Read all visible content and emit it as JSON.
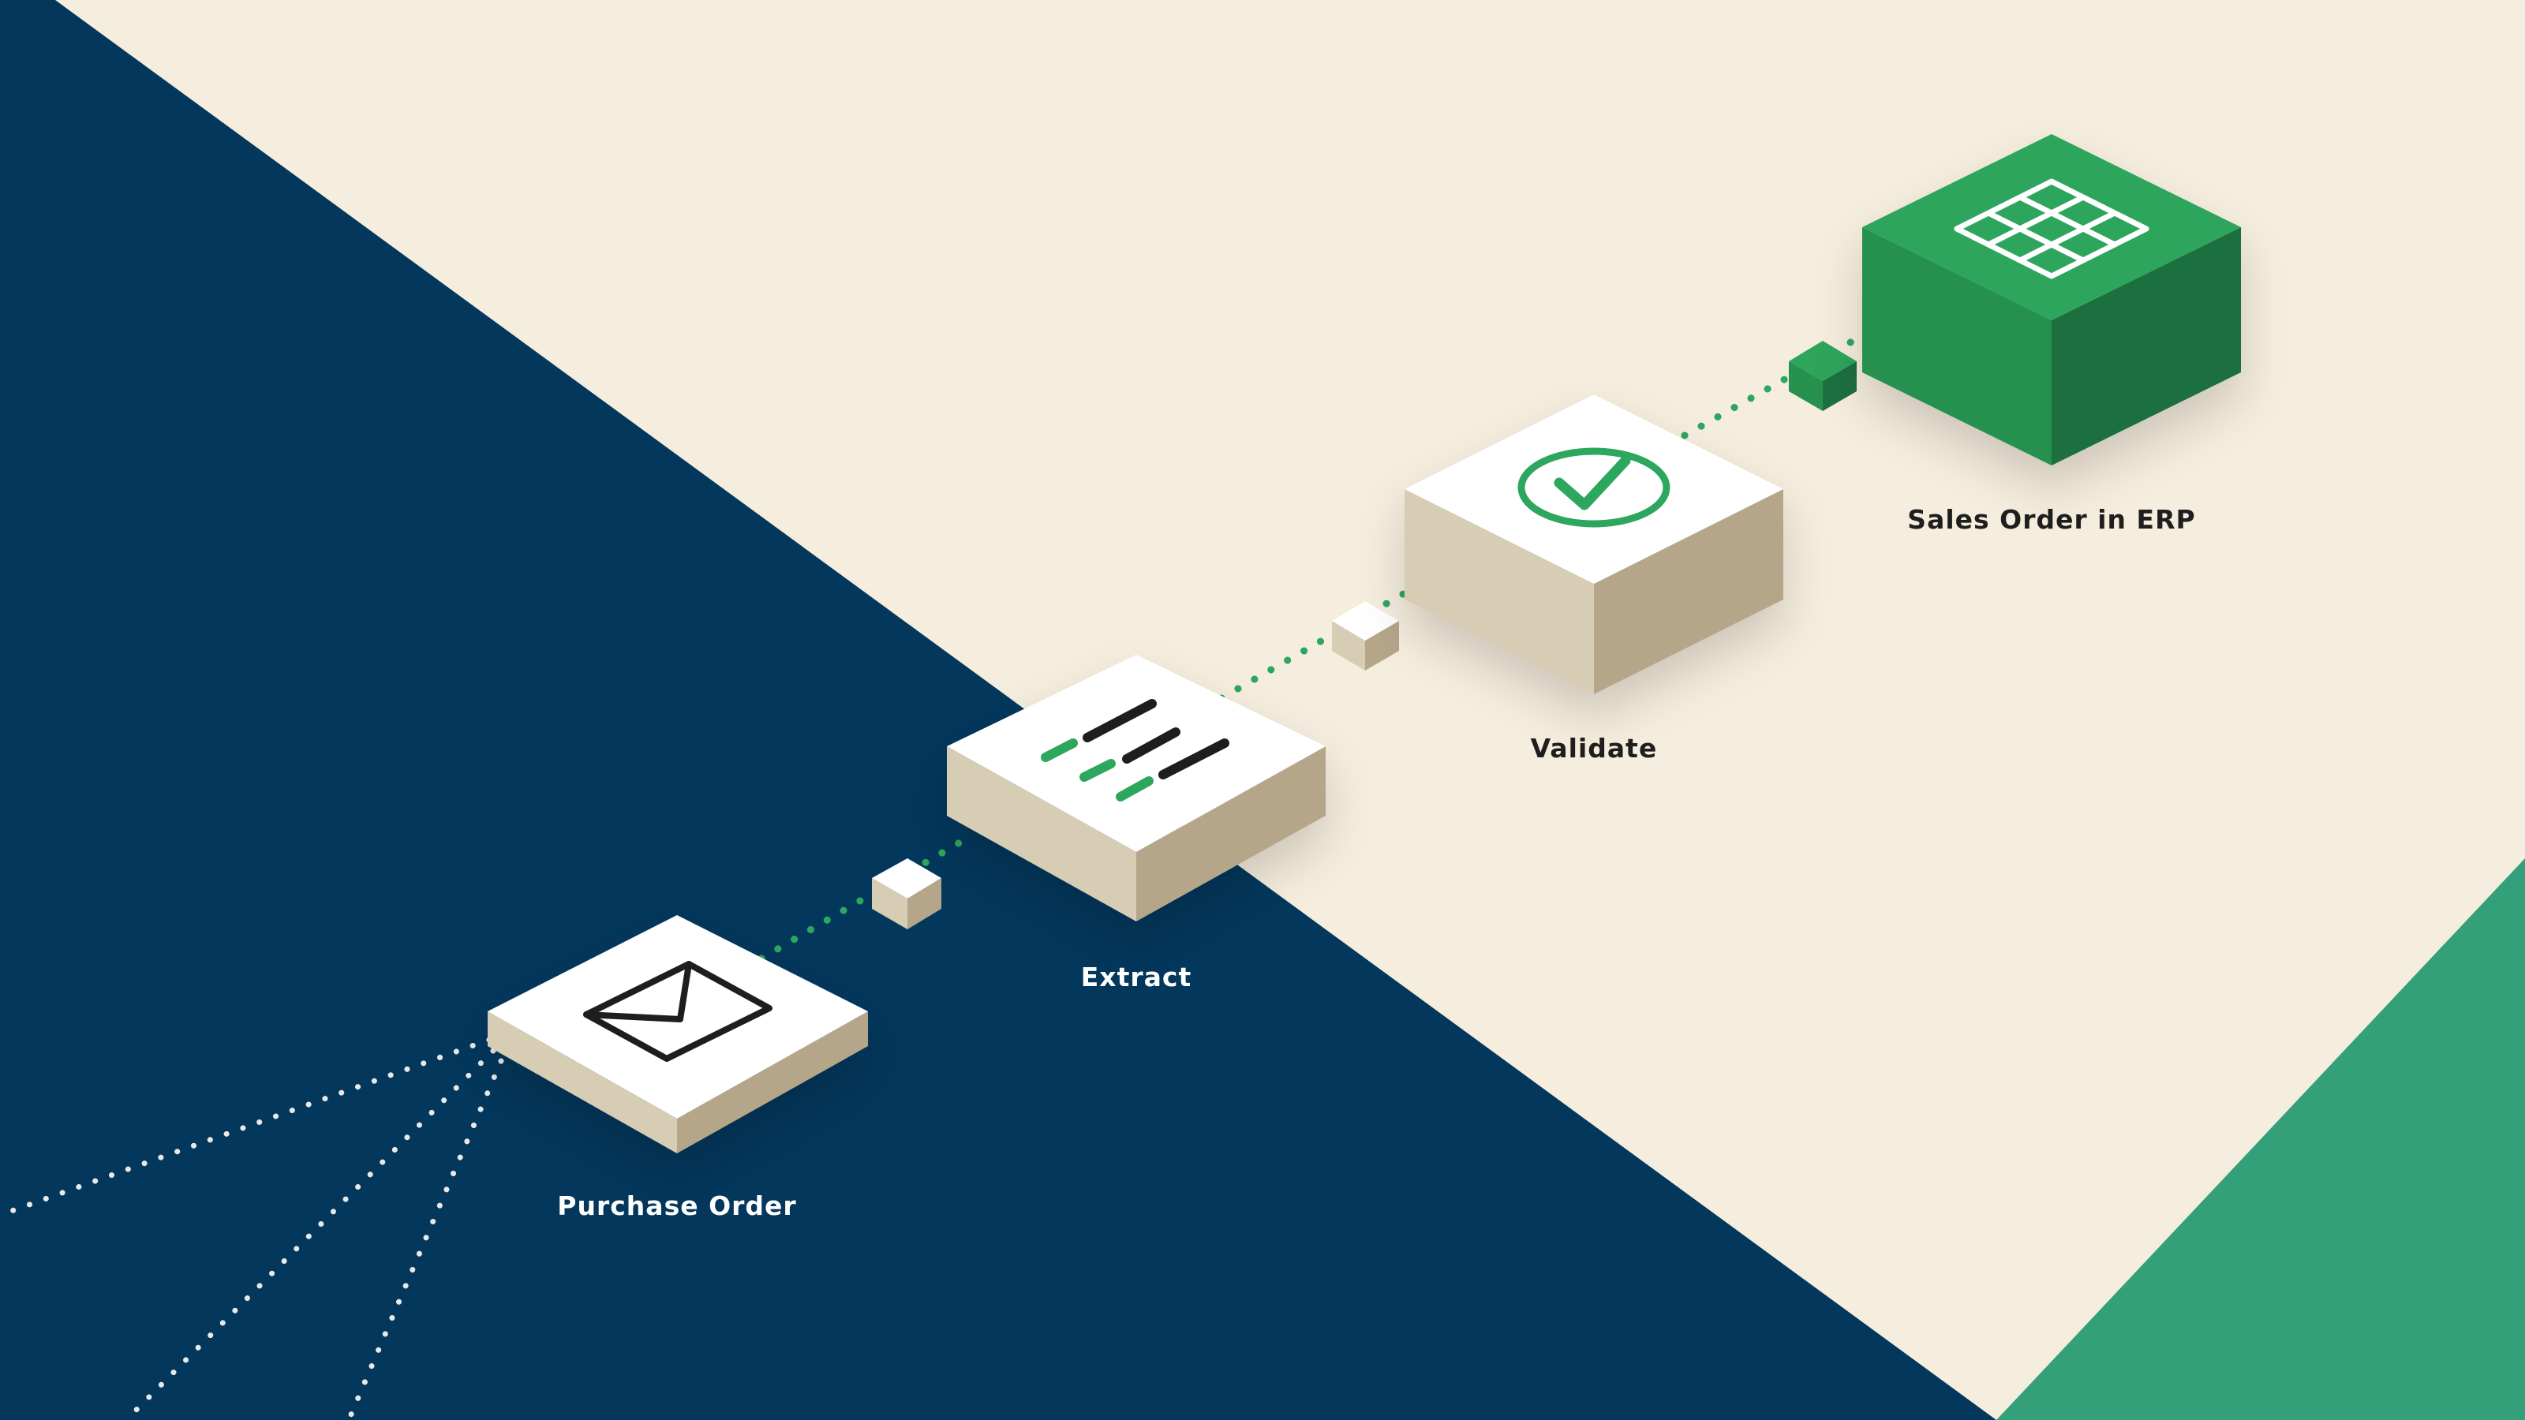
{
  "colors": {
    "background_cream": "#F5EDDD",
    "background_navy": "#03375C",
    "accent_teal": "#33A07A",
    "erp_green": "#27914F",
    "connector_green": "#2DA65E",
    "connector_white": "#E9E9E9",
    "label_light": "#FFFFFF",
    "label_dark": "#1E1E1E"
  },
  "flow": {
    "nodes": [
      {
        "id": "purchase-order",
        "label": "Purchase Order",
        "icon": "envelope-icon"
      },
      {
        "id": "extract",
        "label": "Extract",
        "icon": "text-lines-icon"
      },
      {
        "id": "validate",
        "label": "Validate",
        "icon": "check-circle-icon"
      },
      {
        "id": "sales-order",
        "label": "Sales Order in ERP",
        "icon": "grid-table-icon"
      }
    ]
  }
}
